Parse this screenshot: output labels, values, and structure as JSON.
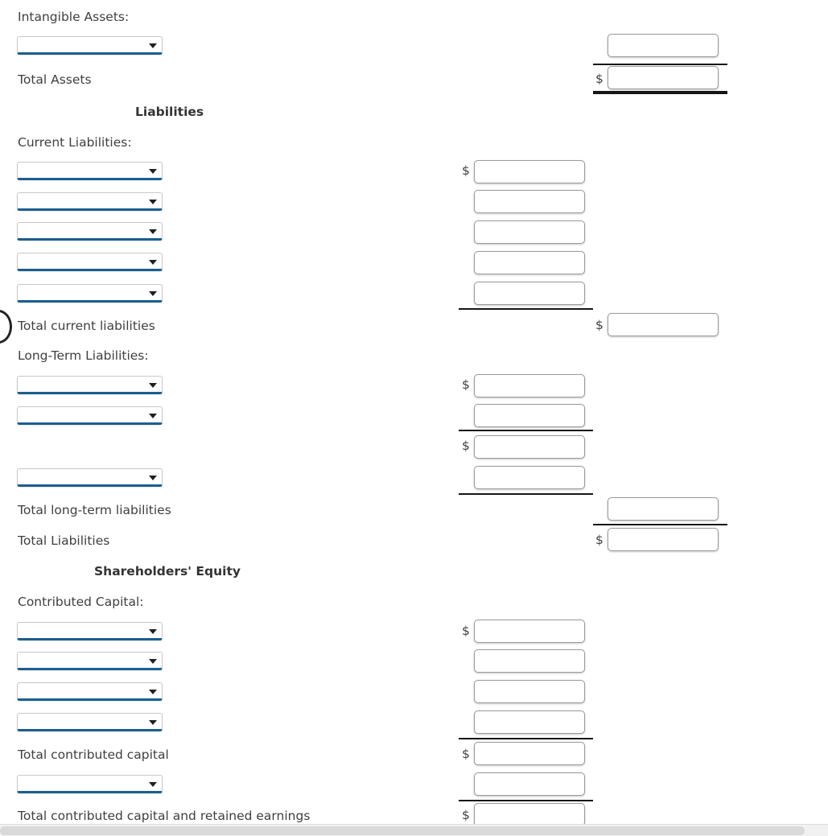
{
  "form": {
    "title": "Balance Sheet Entry Form",
    "currency_symbol": "$",
    "select_placeholder": "",
    "input_placeholder": "",
    "accent_color": "#1b5e91",
    "text_color": "#3f3f3f",
    "rule_color": "#161616"
  },
  "sections": {
    "intangible": {
      "label": "Intangible Assets:"
    },
    "total_assets": {
      "label": "Total Assets"
    },
    "liabilities_heading": {
      "label": "Liabilities"
    },
    "current_liabilities": {
      "label": "Current Liabilities:"
    },
    "total_current_liabilities": {
      "label": "Total current liabilities"
    },
    "long_term_liabilities": {
      "label": "Long-Term Liabilities:"
    },
    "total_long_term_liabilities": {
      "label": "Total long-term liabilities"
    },
    "total_liabilities": {
      "label": "Total Liabilities"
    },
    "equity_heading": {
      "label": "Shareholders' Equity"
    },
    "contributed_capital": {
      "label": "Contributed Capital:"
    },
    "total_contributed_capital": {
      "label": "Total contributed capital"
    },
    "total_contributed_and_retained": {
      "label": "Total contributed capital and retained earnings"
    }
  },
  "values": {
    "intangible_1": "",
    "total_assets": "",
    "cl_1": "",
    "cl_2": "",
    "cl_3": "",
    "cl_4": "",
    "cl_5": "",
    "total_current_liabilities": "",
    "ltl_1": "",
    "ltl_2": "",
    "ltl_3": "",
    "ltl_4": "",
    "total_long_term_liabilities": "",
    "total_liabilities": "",
    "cc_1": "",
    "cc_2": "",
    "cc_3": "",
    "cc_4": "",
    "total_contributed_capital": "",
    "retained_earnings": "",
    "total_contributed_and_retained": ""
  },
  "icons": {
    "dropdown_arrow": "chevron-down-icon",
    "cursor_ring": "cursor-ring-indicator"
  }
}
